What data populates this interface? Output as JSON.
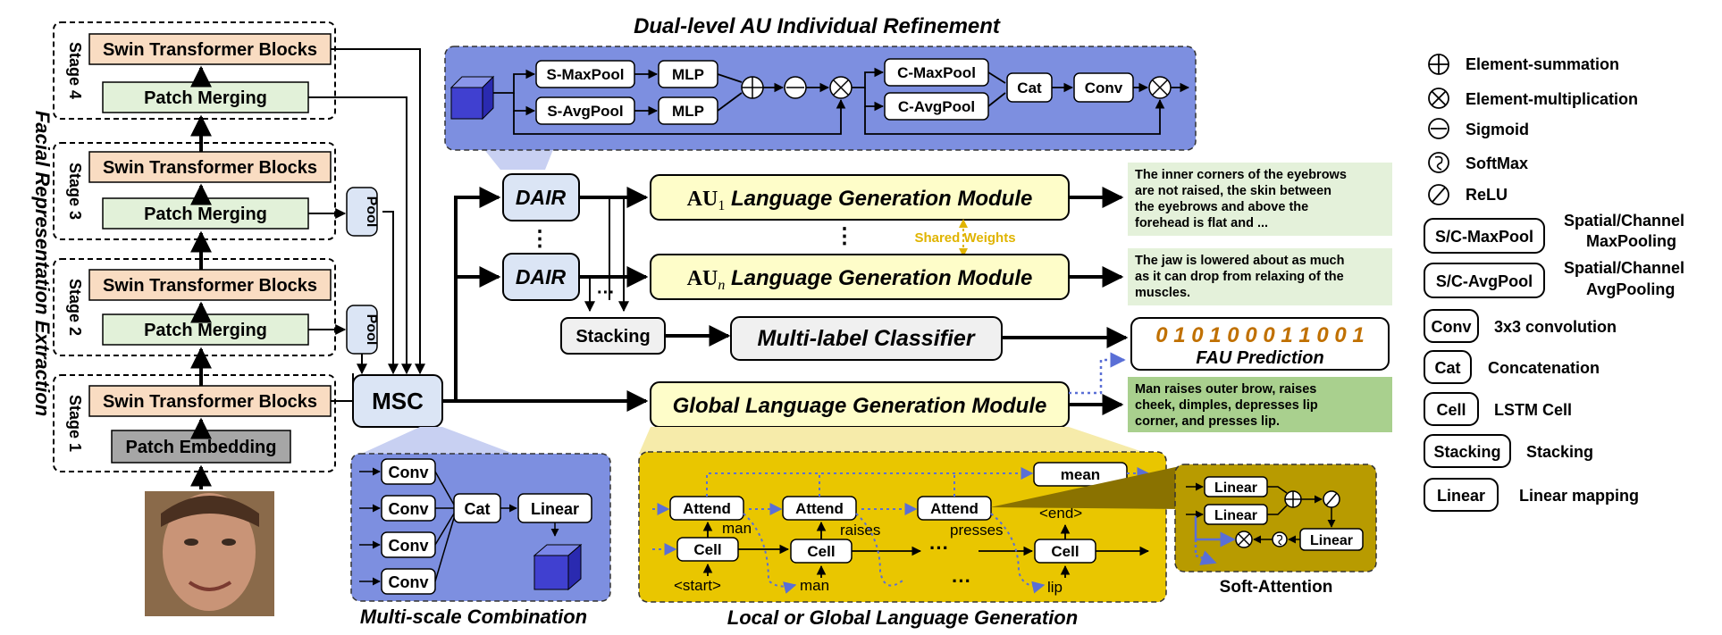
{
  "titles": {
    "dair_title": "Dual-level AU Individual Refinement",
    "msc_title": "Multi-scale Combination",
    "lang_title": "Local or Global Language Generation",
    "soft_attention": "Soft-Attention",
    "side_title": "Facial Representation Extraction"
  },
  "backbone": {
    "stages": [
      "Stage 4",
      "Stage 3",
      "Stage 2",
      "Stage 1"
    ],
    "swin": "Swin Transformer Blocks",
    "merging": "Patch Merging",
    "embedding": "Patch Embedding",
    "pool": "Pool"
  },
  "modules": {
    "msc": "MSC",
    "dair": "DAIR",
    "vdots": "⋮",
    "hdots": "···",
    "stacking": "Stacking",
    "classifier": "Multi-label Classifier",
    "au_prefix": "AU",
    "au1_sub": "1",
    "aun_sub": "n",
    "lgm_suffix": " Language Generation Module",
    "global_lgm": "Global Language Generation Module",
    "shared_weights": "Shared Weights"
  },
  "dair_detail": {
    "s_maxpool": "S-MaxPool",
    "s_avgpool": "S-AvgPool",
    "mlp": "MLP",
    "c_maxpool": "C-MaxPool",
    "c_avgpool": "C-AvgPool",
    "cat": "Cat",
    "conv": "Conv"
  },
  "outputs": {
    "au1_text": [
      "The inner corners of the eyebrows",
      "are not raised, the skin between",
      "the eyebrows and above the",
      "forehead is flat and ..."
    ],
    "aun_text": [
      "The jaw is lowered about as much",
      "as it can drop from relaxing of the",
      "muscles."
    ],
    "prediction_bits": "0 1 0 1 0 0 0 1 1 0 0 1",
    "prediction_label": "FAU Prediction",
    "global_text": [
      "Man raises outer brow, raises",
      "cheek, dimples, depresses lip",
      "corner, and presses lip."
    ]
  },
  "msc_detail": {
    "conv": "Conv",
    "cat": "Cat",
    "linear": "Linear"
  },
  "lang_detail": {
    "attend": "Attend",
    "cell": "Cell",
    "mean": "mean",
    "start": "<start>",
    "end": "<end>",
    "words": [
      "man",
      "raises",
      "presses",
      "lip"
    ],
    "dots": "···"
  },
  "soft_detail": {
    "linear": "Linear"
  },
  "legend": [
    {
      "key": "",
      "label": "Element-summation"
    },
    {
      "key": "",
      "label": "Element-multiplication"
    },
    {
      "key": "",
      "label": "Sigmoid"
    },
    {
      "key": "",
      "label": "SoftMax"
    },
    {
      "key": "",
      "label": "ReLU"
    },
    {
      "key": "S/C-MaxPool",
      "label": "Spatial/Channel MaxPooling"
    },
    {
      "key": "S/C-AvgPool",
      "label": "Spatial/Channel AvgPooling"
    },
    {
      "key": "Conv",
      "label": "3x3 convolution"
    },
    {
      "key": "Cat",
      "label": "Concatenation"
    },
    {
      "key": "Cell",
      "label": "LSTM Cell"
    },
    {
      "key": "Stacking",
      "label": "Stacking"
    },
    {
      "key": "Linear",
      "label": "Linear mapping"
    }
  ],
  "colors": {
    "swin": "#f9dcc2",
    "merging": "#e2f1d9",
    "embedding": "#a6a6a6",
    "blue_panel": "#7d8fe0",
    "blue_light": "#dbe5f5",
    "yellow_panel": "#e9c600",
    "yellow_box": "#fefdc9",
    "olive_panel": "#b89b00",
    "green_text": "#e4f1da",
    "green_dark": "#a9d08e",
    "bits": "#c07000"
  }
}
